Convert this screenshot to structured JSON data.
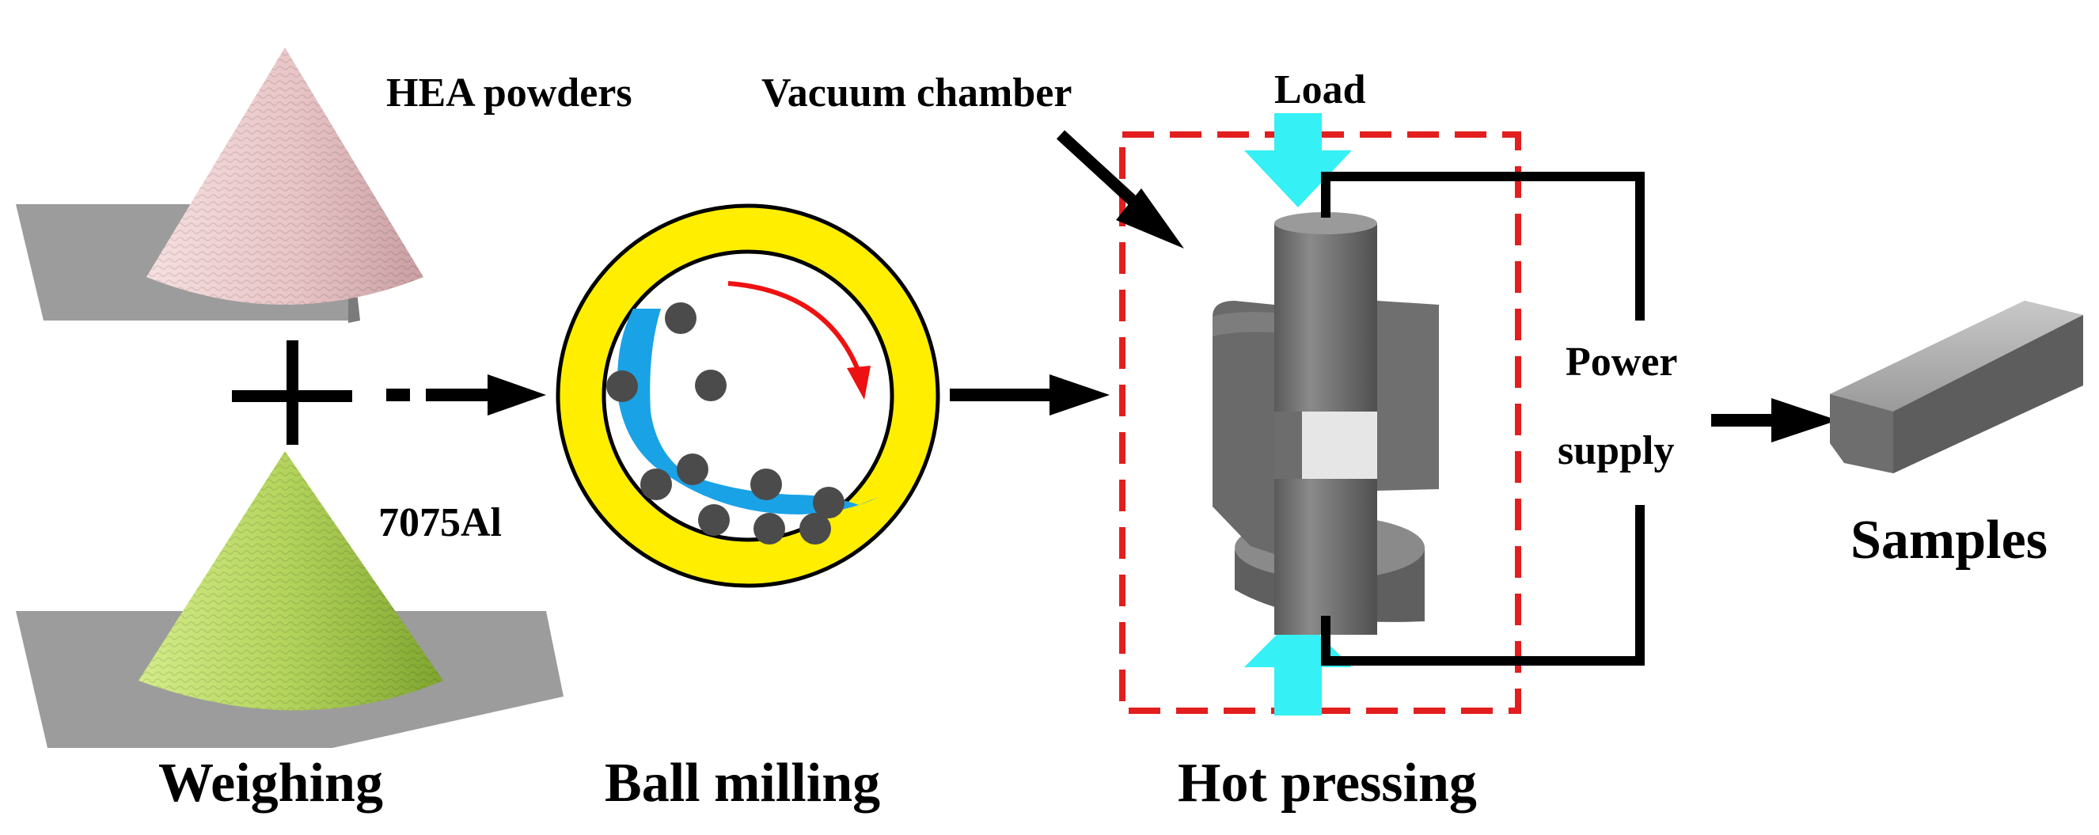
{
  "labels": {
    "hea_powders": "HEA powders",
    "al_7075": "7075Al",
    "vacuum_chamber": "Vacuum chamber",
    "load": "Load",
    "power_supply_line1": "Power",
    "power_supply_line2": "supply",
    "samples": "Samples"
  },
  "steps": {
    "weighing": "Weighing",
    "ball_milling": "Ball milling",
    "hot_pressing": "Hot pressing"
  },
  "colors": {
    "hea_powder": "#e8c4c6",
    "al_powder": "#b2d35b",
    "mill_jar": "#ffee00",
    "mill_fluid": "#1aa2e6",
    "rotation_arrow": "#ee1111",
    "vacuum_chamber_border": "#e21e1e",
    "load_arrow": "#35f0f4",
    "press_body": "#6f6f6f",
    "sample_insert": "#e6e6e6",
    "sample_bar": "#a5a5a5"
  }
}
